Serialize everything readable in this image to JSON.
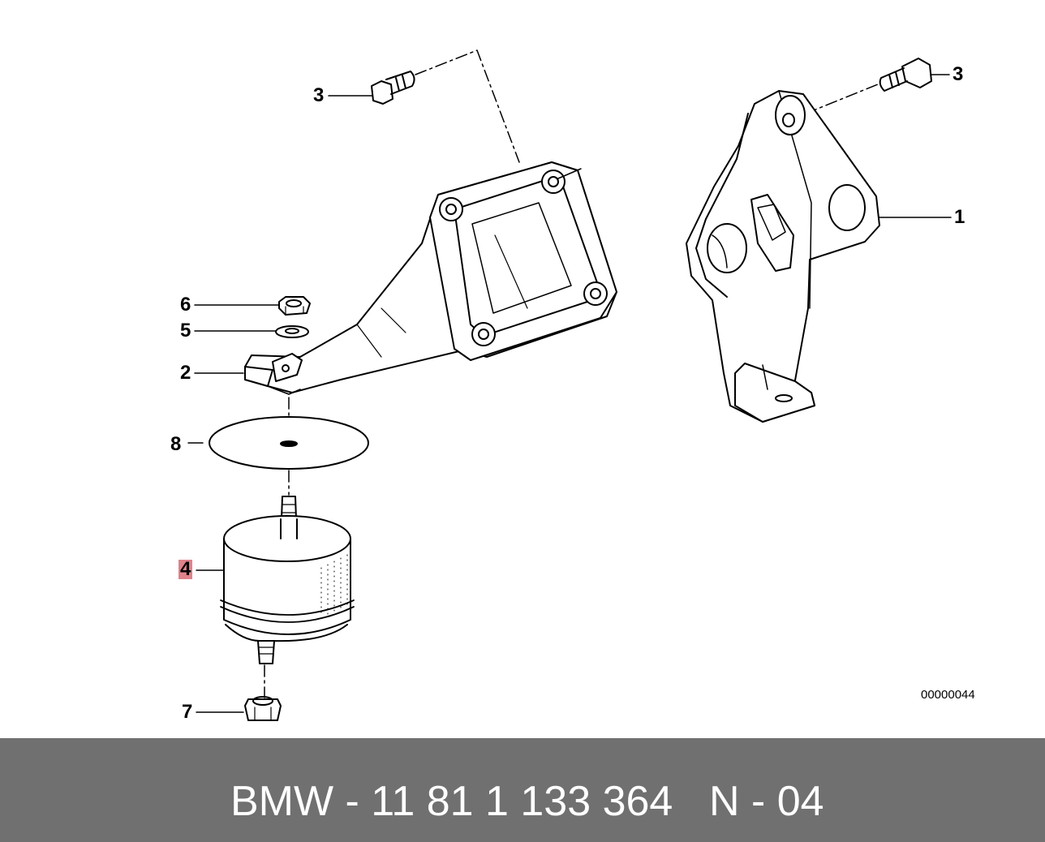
{
  "diagram": {
    "callouts": [
      {
        "id": "c3a",
        "text": "3"
      },
      {
        "id": "c3b",
        "text": "3"
      },
      {
        "id": "c1",
        "text": "1"
      },
      {
        "id": "c6",
        "text": "6"
      },
      {
        "id": "c5",
        "text": "5"
      },
      {
        "id": "c2",
        "text": "2"
      },
      {
        "id": "c8",
        "text": "8"
      },
      {
        "id": "c4",
        "text": "4",
        "highlighted": true
      },
      {
        "id": "c7",
        "text": "7"
      }
    ],
    "reference_number": "00000044",
    "highlight_color": "#e0828a",
    "line_color": "#000000"
  },
  "footer": {
    "part_number": "BMW - 11 81 1 133 364",
    "page_code": "N - 04",
    "background": "#707070",
    "text_color": "#ffffff"
  }
}
